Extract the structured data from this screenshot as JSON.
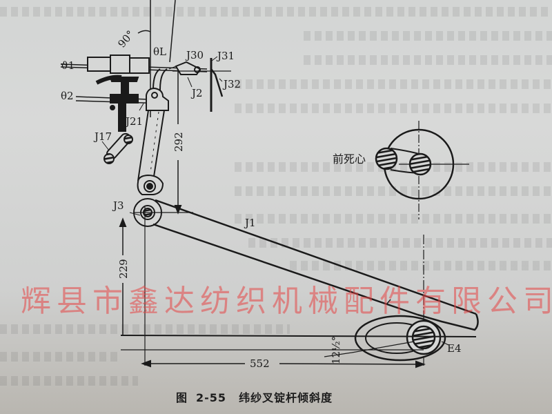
{
  "figure": {
    "caption_prefix": "图",
    "caption_number": "2-55",
    "caption_title": "纬纱叉锭杆倾斜度"
  },
  "labels": {
    "angle_90": "90°",
    "theta_L": "θL",
    "theta_1": "ϑ1",
    "theta_2": "θ2",
    "J30": "J30",
    "J31": "J31",
    "J32": "J32",
    "J2": "J2",
    "J21": "J21",
    "J17": "J17",
    "J3": "J3",
    "J1": "J1",
    "E4": "E4",
    "dead_center": "前死心"
  },
  "dimensions": {
    "vertical_upper": "292",
    "vertical_lower": "229",
    "horizontal": "552",
    "angle": "12½°"
  },
  "watermark": "辉县市鑫达纺织机械配件有限公司",
  "colors": {
    "ink": "#1a1a1a",
    "paper": "#d6d7d6",
    "watermark": "#e64646"
  }
}
